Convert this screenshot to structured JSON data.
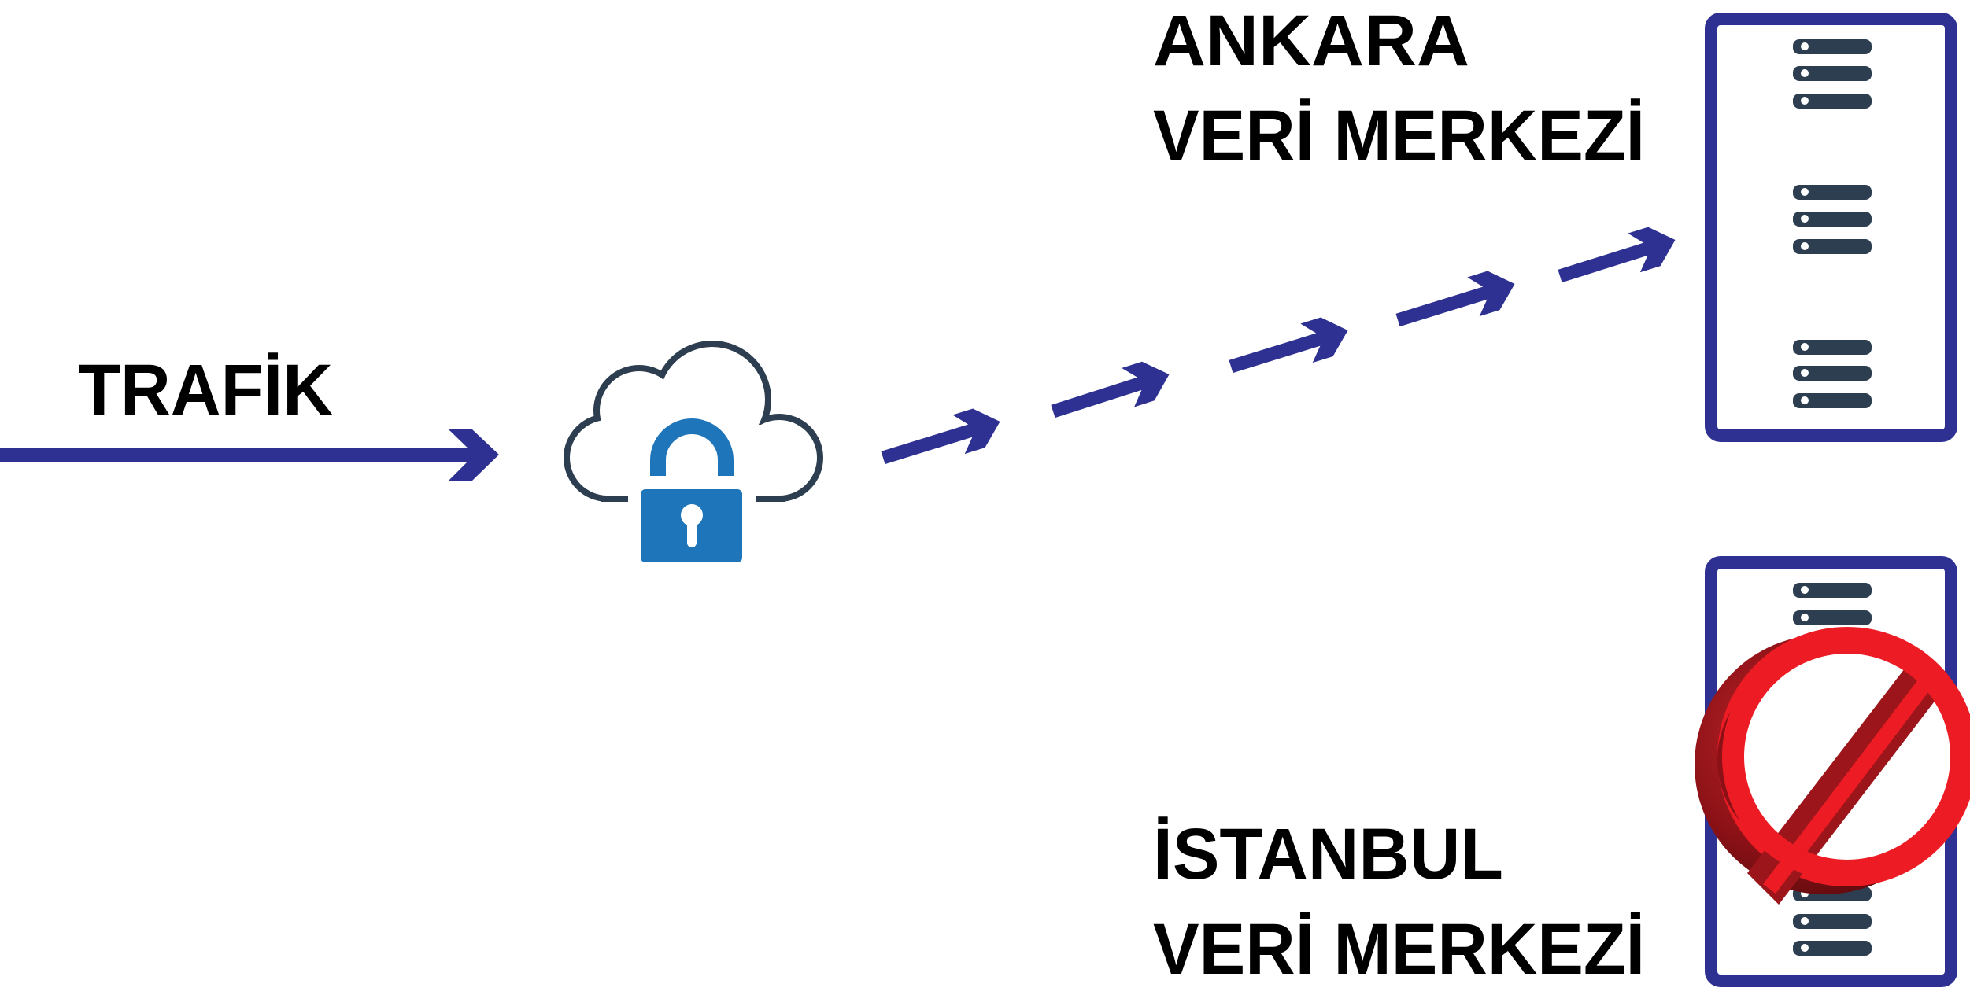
{
  "traffic_label": "TRAFİK",
  "ankara": {
    "line1": "ANKARA",
    "line2": "VERİ MERKEZİ"
  },
  "istanbul": {
    "line1": "İSTANBUL",
    "line2": "VERİ MERKEZİ"
  },
  "colors": {
    "arrow": "#2e3192",
    "server_frame": "#2e3192",
    "server_bar": "#2c3e50",
    "cloud": "#2c3e50",
    "lock": "#1f75b9",
    "prohibit_red": "#ed1c24",
    "prohibit_dark": "#8b1116"
  },
  "icons": [
    "cloud-icon",
    "lock-icon",
    "server-icon",
    "prohibited-icon"
  ]
}
